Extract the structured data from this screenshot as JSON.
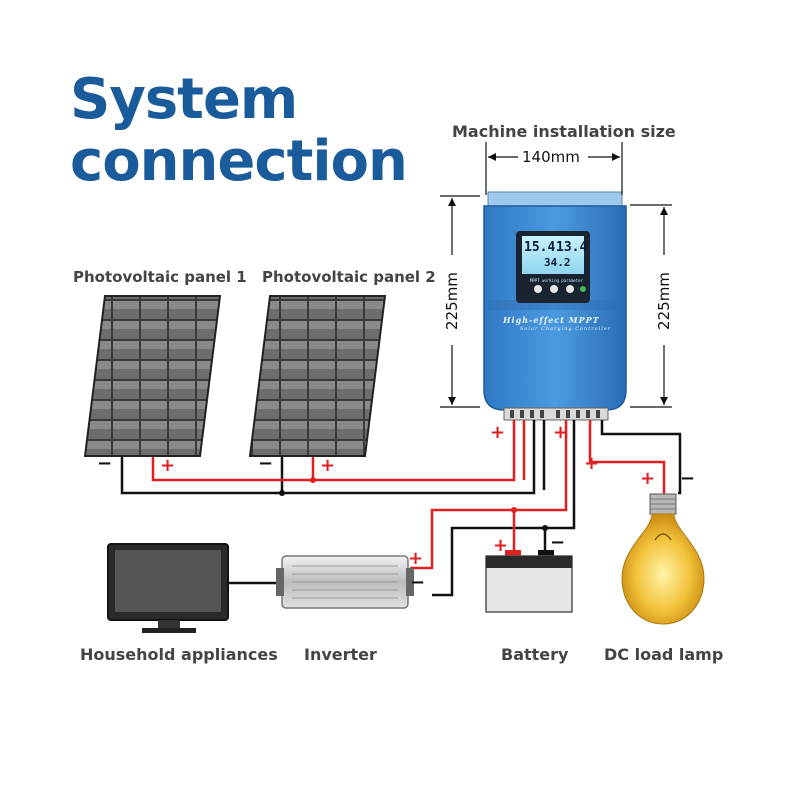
{
  "title": {
    "line1": "System",
    "line2": "connection"
  },
  "labels": {
    "pv1": "Photovoltaic panel 1",
    "pv2": "Photovoltaic panel 2",
    "household": "Household appliances",
    "inverter": "Inverter",
    "battery": "Battery",
    "lamp": "DC load lamp",
    "install": "Machine installation size"
  },
  "dimensions": {
    "width": "140mm",
    "height_left": "225mm",
    "height_right": "225mm"
  },
  "controller": {
    "lcd_top_left": "15.4",
    "lcd_top_right": "13.4",
    "lcd_bottom": "34.2",
    "lcd_caption": "MPPT working parameter",
    "brand": "High-effect MPPT",
    "subtitle": "Solar Charging Controller"
  },
  "polarity": {
    "plus": "+",
    "minus": "−"
  },
  "colors": {
    "title": "#1a5b9c",
    "positive_wire": "#e02020",
    "negative_wire": "#111111",
    "controller": "#3f8fd6"
  }
}
